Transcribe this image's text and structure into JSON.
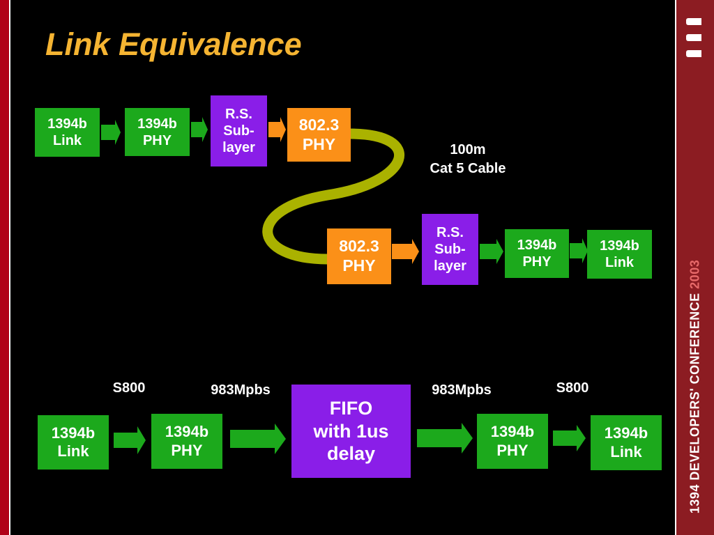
{
  "title": "Link Equivalence",
  "top_chain": {
    "left": [
      {
        "id": "link-a",
        "label": "1394b\nLink",
        "kind": "green"
      },
      {
        "id": "phy-a",
        "label": "1394b\nPHY",
        "kind": "green"
      },
      {
        "id": "rs-a",
        "label": "R.S.\nSub-\nlayer",
        "kind": "purple"
      },
      {
        "id": "eth-a",
        "label": "802.3\nPHY",
        "kind": "orange"
      }
    ],
    "right": [
      {
        "id": "eth-b",
        "label": "802.3\nPHY",
        "kind": "orange"
      },
      {
        "id": "rs-b",
        "label": "R.S.\nSub-\nlayer",
        "kind": "purple"
      },
      {
        "id": "phy-b",
        "label": "1394b\nPHY",
        "kind": "green"
      },
      {
        "id": "link-b",
        "label": "1394b\nLink",
        "kind": "green"
      }
    ],
    "cable_label": "100m\nCat 5 Cable"
  },
  "bottom_chain": {
    "boxes": [
      {
        "id": "link-c",
        "label": "1394b\nLink",
        "kind": "green"
      },
      {
        "id": "phy-c",
        "label": "1394b\nPHY",
        "kind": "green"
      },
      {
        "id": "fifo",
        "label": "FIFO\nwith 1us\ndelay",
        "kind": "purple"
      },
      {
        "id": "phy-d",
        "label": "1394b\nPHY",
        "kind": "green"
      },
      {
        "id": "link-d",
        "label": "1394b\nLink",
        "kind": "green"
      }
    ],
    "rate_labels": [
      "S800",
      "983Mpbs",
      "983Mpbs",
      "S800"
    ]
  },
  "sidebar": {
    "text": "1394 DEVELOPERS' CONFERENCE",
    "year": "2003"
  },
  "colors": {
    "green": "#1ca91c",
    "purple": "#8a1ee8",
    "orange": "#fb9018",
    "title": "#f5b432",
    "cable": "#aab200",
    "frame": "#8c1c22"
  }
}
